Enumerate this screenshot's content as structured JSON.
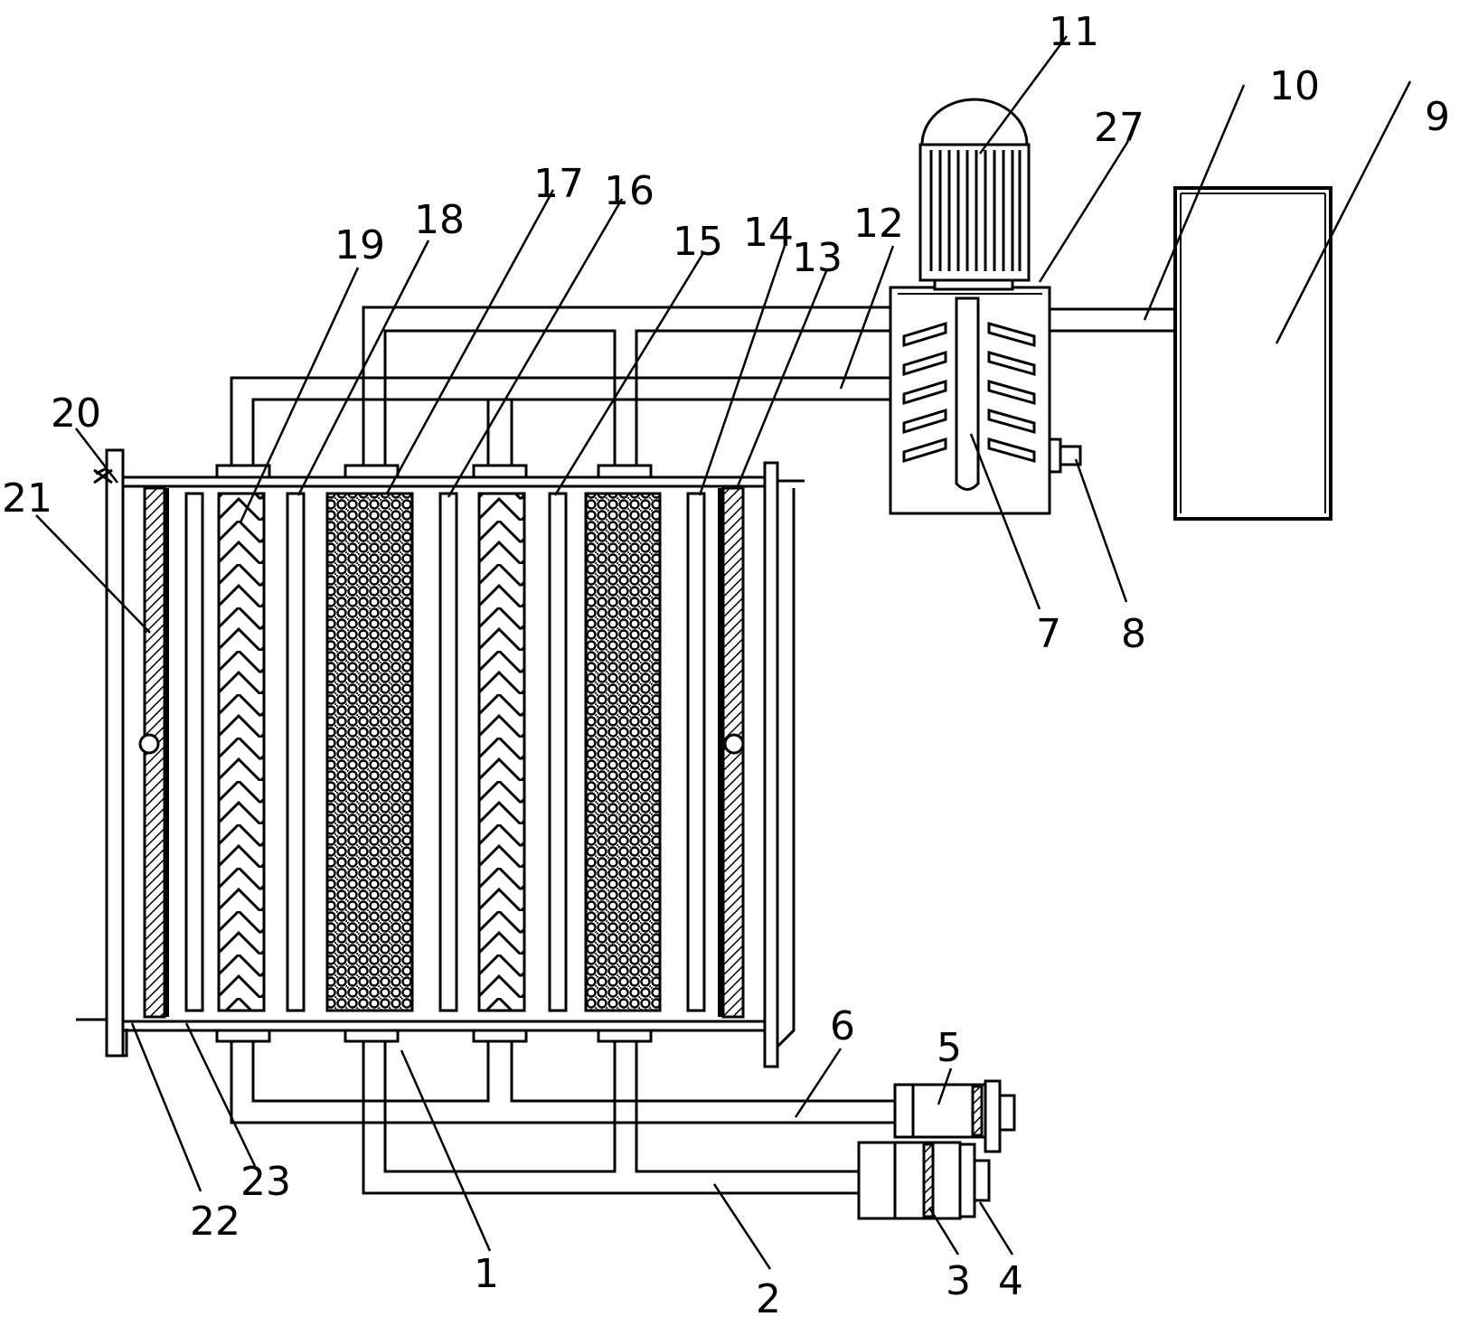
{
  "figure": {
    "labels": {
      "l1": "1",
      "l2": "2",
      "l3": "3",
      "l4": "4",
      "l5": "5",
      "l6": "6",
      "l7": "7",
      "l8": "8",
      "l9": "9",
      "l10": "10",
      "l11": "11",
      "l12": "12",
      "l13": "13",
      "l14": "14",
      "l15": "15",
      "l16": "16",
      "l17": "17",
      "l18": "18",
      "l19": "19",
      "l20": "20",
      "l21": "21",
      "l22": "22",
      "l23": "23",
      "l27": "27"
    }
  }
}
